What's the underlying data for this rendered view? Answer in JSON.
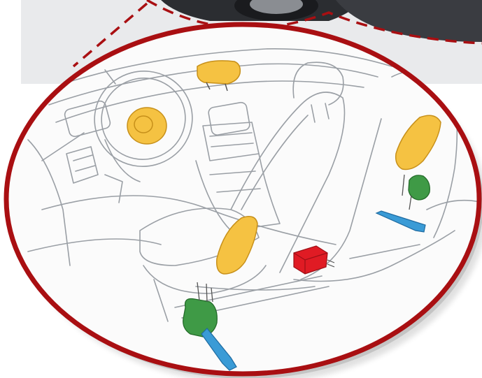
{
  "colors": {
    "frame": "#a90f12",
    "frame_dark": "#7e0a0c",
    "background_photo": "#e9eaec",
    "car_dark": "#2b2d31",
    "interior_fill": "#fbfbfb",
    "line_art": "#9a9fa5",
    "airbag_yellow": "#f5c242",
    "airbag_yellow_edge": "#c7901a",
    "control_unit_red": "#e01b24",
    "pretensioner_green": "#3f9a46",
    "seatbelt_buckle_blue": "#3a9bd6"
  },
  "diagram": {
    "components": [
      {
        "id": "driver-airbag",
        "color_key": "airbag_yellow",
        "icon": "airbag-module-icon"
      },
      {
        "id": "passenger-airbag",
        "color_key": "airbag_yellow",
        "icon": "airbag-module-icon"
      },
      {
        "id": "front-seat-side-airbag",
        "color_key": "airbag_yellow",
        "icon": "side-airbag-icon"
      },
      {
        "id": "rear-side-airbag",
        "color_key": "airbag_yellow",
        "icon": "side-airbag-icon"
      },
      {
        "id": "srs-control-unit",
        "color_key": "control_unit_red",
        "icon": "control-unit-icon"
      },
      {
        "id": "front-seatbelt-pretensioner",
        "color_key": "pretensioner_green",
        "icon": "pretensioner-icon"
      },
      {
        "id": "rear-seatbelt-pretensioner",
        "color_key": "pretensioner_green",
        "icon": "pretensioner-icon"
      },
      {
        "id": "front-seatbelt-buckle",
        "color_key": "seatbelt_buckle_blue",
        "icon": "buckle-icon"
      },
      {
        "id": "rear-seatbelt-buckle",
        "color_key": "seatbelt_buckle_blue",
        "icon": "buckle-icon"
      }
    ]
  }
}
